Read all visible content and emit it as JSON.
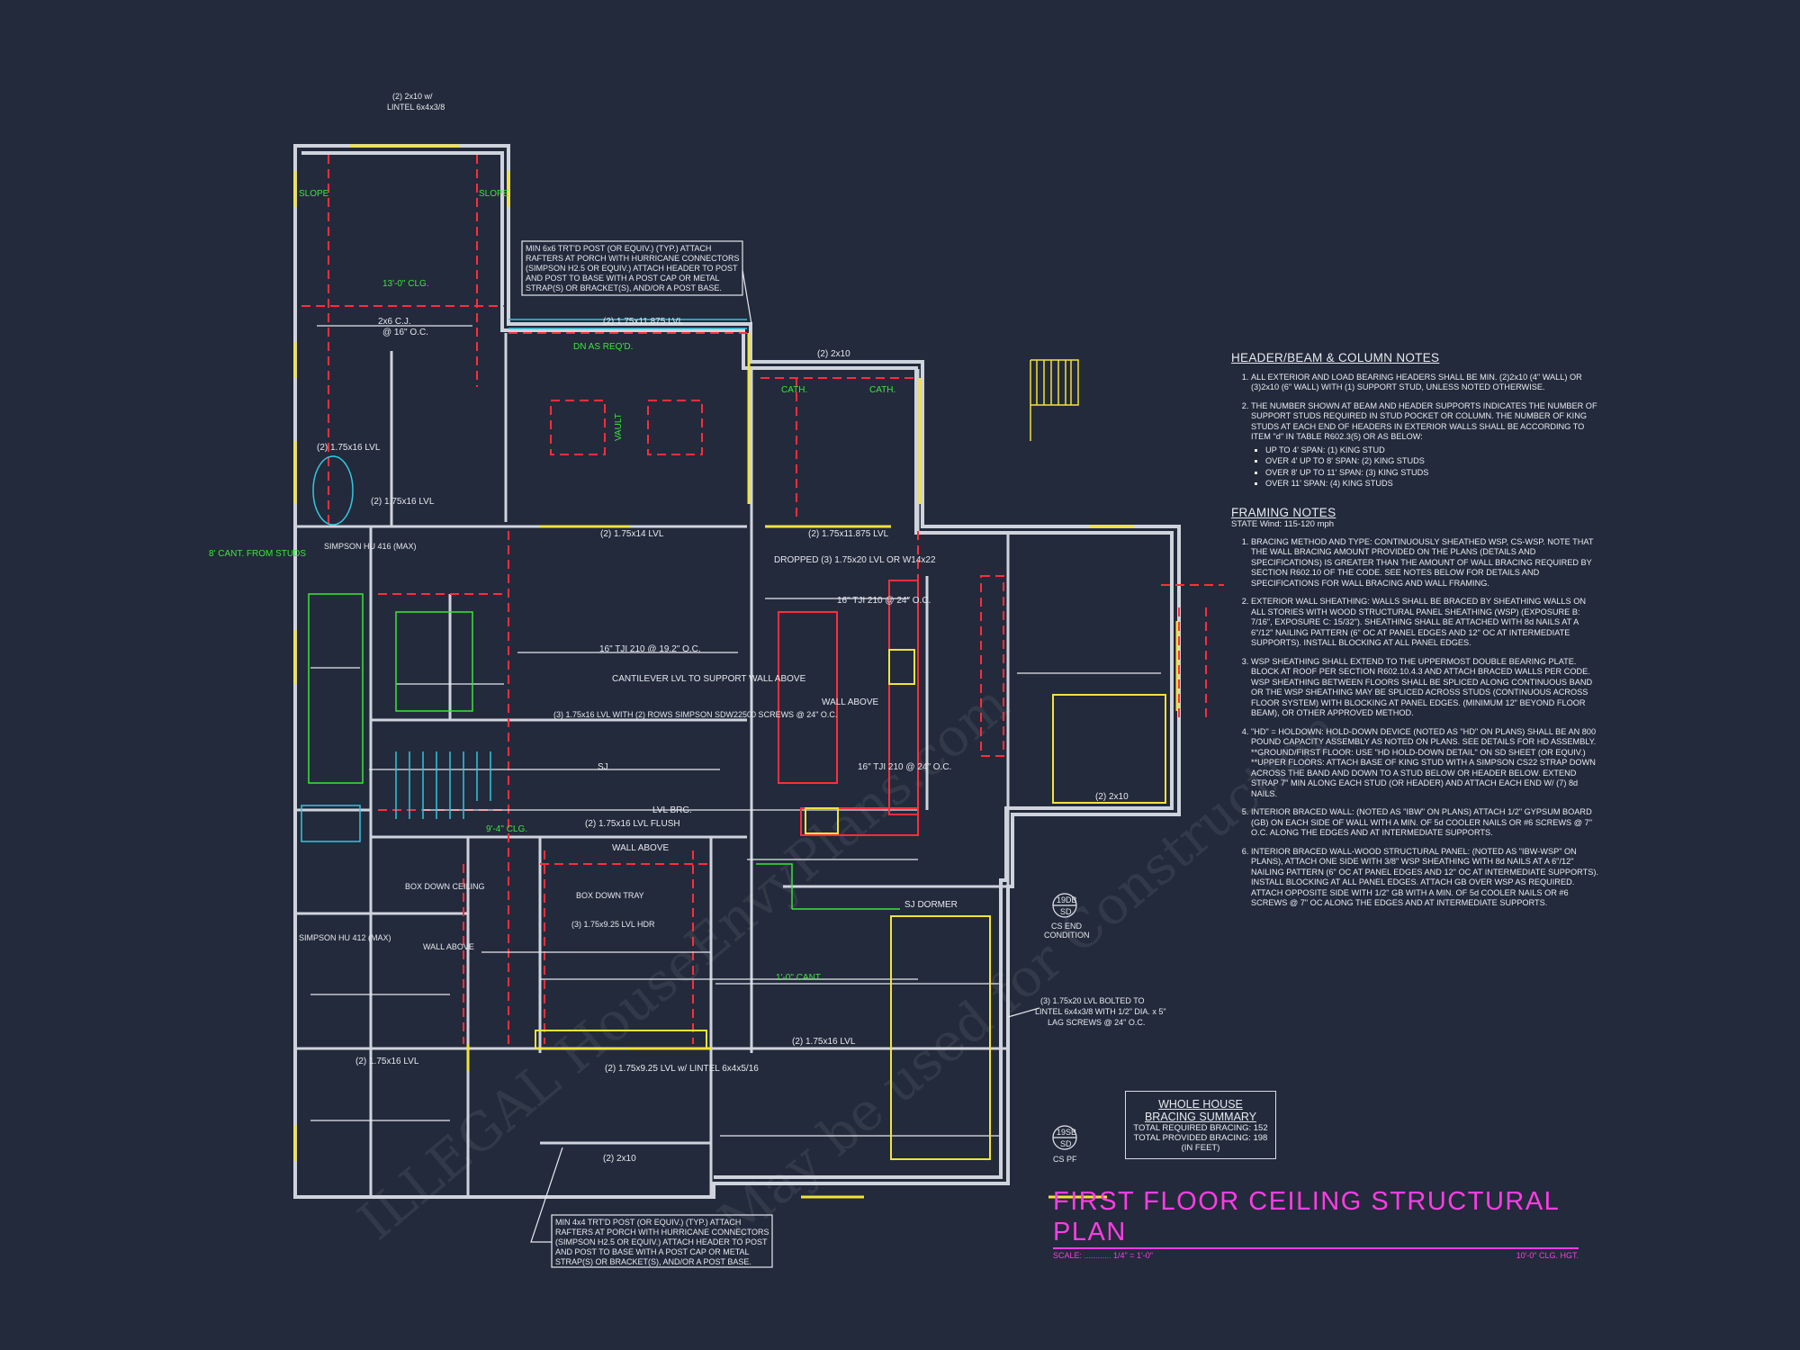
{
  "drawing": {
    "title": "FIRST FLOOR CEILING STRUCTURAL PLAN",
    "scale": "SCALE: ............ 1/4\" = 1'-0\"",
    "ceiling_height": "10'-0\" CLG. HGT."
  },
  "watermark": {
    "line1": "ILLEGAL HouseEnvyPlans.com",
    "line2": "May be used for Construction"
  },
  "callouts": {
    "top_header": [
      "(2) 2x10 w/",
      "LINTEL 6x4x3/8"
    ],
    "porch_post_top": [
      "MIN 6x6 TRT'D POST (OR EQUIV.) (TYP.) ATTACH",
      "RAFTERS AT PORCH WITH HURRICANE CONNECTORS",
      "(SIMPSON H2.5 OR EQUIV.) ATTACH HEADER TO POST",
      "AND POST TO BASE WITH A POST CAP OR METAL",
      "STRAP(S) OR BRACKET(S), AND/OR A POST BASE."
    ],
    "porch_post_bottom": [
      "MIN 4x4 TRT'D POST (OR EQUIV.) (TYP.) ATTACH",
      "RAFTERS AT PORCH WITH HURRICANE CONNECTORS",
      "(SIMPSON H2.5 OR EQUIV.) ATTACH HEADER TO POST",
      "AND POST TO BASE WITH A POST CAP OR METAL",
      "STRAP(S) OR BRACKET(S), AND/OR A POST BASE."
    ],
    "bolted_lvl": [
      "(3) 1.75x20 LVL BOLTED TO",
      "LINTEL 6x4x3/8 WITH 1/2\" DIA. x 5\"",
      "LAG SCREWS @ 24\" O.C."
    ],
    "cs_end": [
      "19DB",
      "SD",
      "CS END",
      "CONDITION"
    ],
    "cs_pf": [
      "19SB",
      "SD",
      "CS PF"
    ]
  },
  "plan_labels": [
    {
      "text": "SLOPE",
      "green": true
    },
    {
      "text": "SLOPE",
      "green": true
    },
    {
      "text": "13'-0\" CLG.",
      "green": true
    },
    {
      "text": "2x6 C.J.",
      "green": false
    },
    {
      "text": "@ 16\" O.C.",
      "green": false
    },
    {
      "text": "(2) 1.75x11.875 LVL",
      "green": false
    },
    {
      "text": "DN AS REQ'D.",
      "green": true
    },
    {
      "text": "VAULT",
      "green": true
    },
    {
      "text": "(2) 2x10",
      "green": false
    },
    {
      "text": "CATH.",
      "green": true
    },
    {
      "text": "CATH.",
      "green": true
    },
    {
      "text": "(2) 1.75x16 LVL",
      "green": false
    },
    {
      "text": "(2) 1.75x16 LVL",
      "green": false
    },
    {
      "text": "8' CANT. FROM STUDS",
      "green": true
    },
    {
      "text": "SIMPSON HU 416 (MAX)",
      "green": false
    },
    {
      "text": "(2) 1.75x14 LVL",
      "green": false
    },
    {
      "text": "(2) 1.75x11.875 LVL",
      "green": false
    },
    {
      "text": "DROPPED (3) 1.75x20 LVL OR W14x22",
      "green": false
    },
    {
      "text": "16\" TJI 210 @ 24\" O.C.",
      "green": false
    },
    {
      "text": "16\" TJI 210 @ 19.2\" O.C.",
      "green": false
    },
    {
      "text": "CANTILEVER LVL TO SUPPORT WALL ABOVE",
      "green": false
    },
    {
      "text": "WALL ABOVE",
      "green": false
    },
    {
      "text": "(3) 1.75x16 LVL WITH (2) ROWS SIMPSON SDW22500 SCREWS @ 24\" O.C.",
      "green": false
    },
    {
      "text": "SJ",
      "green": false
    },
    {
      "text": "16\" TJI 210 @ 24\" O.C.",
      "green": false
    },
    {
      "text": "(2) 2x10",
      "green": false
    },
    {
      "text": "9'-4\" CLG.",
      "green": true
    },
    {
      "text": "(2) 1.75x16 LVL FLUSH",
      "green": false
    },
    {
      "text": "LVL BRG.",
      "green": false
    },
    {
      "text": "WALL ABOVE",
      "green": false
    },
    {
      "text": "BOX DOWN CEILING",
      "green": false
    },
    {
      "text": "BOX DOWN TRAY",
      "green": false
    },
    {
      "text": "(3) 1.75x9.25 LVL HDR",
      "green": false
    },
    {
      "text": "SJ DORMER",
      "green": false
    },
    {
      "text": "1'-0\" CANT.",
      "green": true
    },
    {
      "text": "(2) 1.75x16 LVL",
      "green": false
    },
    {
      "text": "(2) 1.75x9.25 LVL w/ LINTEL 6x4x5/16",
      "green": false
    },
    {
      "text": "(2) 2x10",
      "green": false
    },
    {
      "text": "SIMPSON HU 412 (MAX)",
      "green": false
    },
    {
      "text": "WALL ABOVE",
      "green": false
    },
    {
      "text": "(2) 1.75x16 LVL",
      "green": false
    }
  ],
  "notes": {
    "header_title": "HEADER/BEAM & COLUMN NOTES",
    "header_items": [
      "ALL EXTERIOR AND LOAD BEARING HEADERS SHALL BE MIN. (2)2x10 (4\" WALL) OR (3)2x10 (6\" WALL) WITH (1) SUPPORT STUD, UNLESS NOTED OTHERWISE.",
      "THE NUMBER SHOWN AT BEAM AND HEADER SUPPORTS INDICATES THE NUMBER OF SUPPORT STUDS REQUIRED IN STUD POCKET OR COLUMN. THE NUMBER OF KING STUDS AT EACH END OF HEADERS IN EXTERIOR WALLS SHALL BE ACCORDING TO ITEM \"d\" IN TABLE R602.3(5) OR AS BELOW:"
    ],
    "king_studs": [
      "UP TO 4' SPAN: (1) KING STUD",
      "OVER 4' UP TO 8' SPAN: (2) KING STUDS",
      "OVER 8' UP TO 11' SPAN: (3) KING STUDS",
      "OVER 11' SPAN: (4) KING STUDS"
    ],
    "framing_title": "FRAMING NOTES",
    "framing_subtitle": "STATE Wind: 115-120 mph",
    "framing_items": [
      "BRACING METHOD AND TYPE: CONTINUOUSLY SHEATHED WSP, CS-WSP. NOTE THAT THE WALL BRACING AMOUNT PROVIDED ON THE PLANS (DETAILS AND SPECIFICATIONS) IS GREATER THAN THE AMOUNT OF WALL BRACING REQUIRED BY SECTION R602.10 OF THE CODE. SEE NOTES BELOW FOR DETAILS AND SPECIFICATIONS FOR WALL BRACING AND WALL FRAMING.",
      "EXTERIOR WALL SHEATHING: WALLS SHALL BE BRACED BY SHEATHING WALLS ON ALL STORIES WITH WOOD STRUCTURAL PANEL SHEATHING (WSP) (EXPOSURE B: 7/16\", EXPOSURE C: 15/32\"). SHEATHING SHALL BE ATTACHED WITH 8d NAILS AT A 6\"/12\" NAILING PATTERN (6\" OC AT PANEL EDGES AND 12\" OC AT INTERMEDIATE SUPPORTS). INSTALL BLOCKING AT ALL PANEL EDGES.",
      "WSP SHEATHING SHALL EXTEND TO THE UPPERMOST DOUBLE BEARING PLATE. BLOCK AT ROOF PER SECTION R602.10.4.3 AND ATTACH BRACED WALLS PER CODE. WSP SHEATHING BETWEEN FLOORS SHALL BE SPLICED ALONG CONTINUOUS BAND OR THE WSP SHEATHING MAY BE SPLICED ACROSS STUDS (CONTINUOUS ACROSS FLOOR SYSTEM) WITH BLOCKING AT PANEL EDGES. (MINIMUM 12\" BEYOND FLOOR BEAM), OR OTHER APPROVED METHOD.",
      "\"HD\" = HOLDOWN: HOLD-DOWN DEVICE (NOTED AS \"HD\" ON PLANS) SHALL BE AN 800 POUND CAPACITY ASSEMBLY AS NOTED ON PLANS. SEE DETAILS FOR HD ASSEMBLY. **GROUND/FIRST FLOOR: USE \"HD HOLD-DOWN DETAIL\" ON SD SHEET (OR EQUIV.) **UPPER FLOORS: ATTACH BASE OF KING STUD WITH A SIMPSON CS22 STRAP DOWN ACROSS THE BAND AND DOWN TO A STUD BELOW OR HEADER BELOW. EXTEND STRAP 7\" MIN ALONG EACH STUD (OR HEADER) AND ATTACH EACH END W/ (7) 8d NAILS.",
      "INTERIOR BRACED WALL: (NOTED AS \"IBW\" ON PLANS) ATTACH 1/2\" GYPSUM BOARD (GB) ON EACH SIDE OF WALL WITH A MIN. OF 5d COOLER NAILS OR #6 SCREWS @ 7\" O.C. ALONG THE EDGES AND AT INTERMEDIATE SUPPORTS.",
      "INTERIOR BRACED WALL-WOOD STRUCTURAL PANEL: (NOTED AS \"IBW-WSP\" ON PLANS), ATTACH ONE SIDE WITH 3/8\" WSP SHEATHING WITH 8d NAILS AT A 6\"/12\" NAILING PATTERN (6\" OC AT PANEL EDGES AND 12\" OC AT INTERMEDIATE SUPPORTS). INSTALL BLOCKING AT ALL PANEL EDGES. ATTACH GB OVER WSP AS REQUIRED. ATTACH OPPOSITE SIDE WITH 1/2\" GB WITH A MIN. OF 5d COOLER NAILS OR #6 SCREWS @ 7\" OC ALONG THE EDGES AND AT INTERMEDIATE SUPPORTS."
    ]
  },
  "bracing_summary": {
    "title1": "WHOLE HOUSE",
    "title2": "BRACING SUMMARY",
    "required": "TOTAL REQUIRED BRACING: 152",
    "provided": "TOTAL PROVIDED BRACING: 198",
    "units": "(IN FEET)"
  },
  "colors": {
    "background": "#232a3b",
    "wall": "#cfd3dc",
    "beam": "#ff2d3a",
    "window": "#f2e33a",
    "green_text": "#39e639",
    "title_magenta": "#ff3de5",
    "cyan": "#30c8e0"
  }
}
